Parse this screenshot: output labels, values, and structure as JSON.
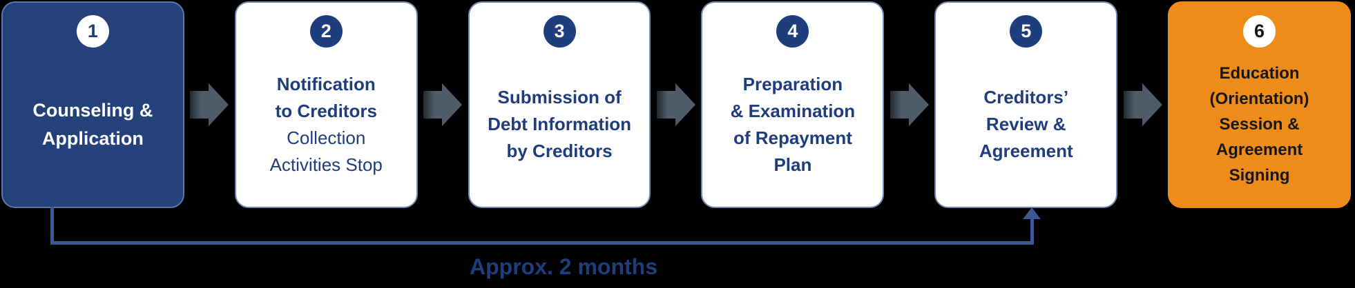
{
  "colors": {
    "background": "#000000",
    "primary": "#254179",
    "border": "#7788b7",
    "text": "#1e3d7d",
    "orange": "#ee8c1a",
    "arrow": "#4e5c69",
    "bracket": "#3d5896",
    "dark": "#161616",
    "white": "#ffffff"
  },
  "steps": [
    {
      "number": "1",
      "lines": [
        "Counseling &",
        "Application"
      ]
    },
    {
      "number": "2",
      "title_lines": [
        "Notification",
        "to Creditors"
      ],
      "subtitle_lines": [
        "Collection",
        "Activities Stop"
      ]
    },
    {
      "number": "3",
      "lines": [
        "Submission of",
        "Debt Information",
        "by Creditors"
      ]
    },
    {
      "number": "4",
      "lines": [
        "Preparation",
        "& Examination",
        "of Repayment",
        "Plan"
      ]
    },
    {
      "number": "5",
      "lines": [
        "Creditors’",
        "Review &",
        "Agreement"
      ]
    },
    {
      "number": "6",
      "lines": [
        "Education",
        "(Orientation)",
        "Session &",
        "Agreement",
        "Signing"
      ]
    }
  ],
  "timeline": {
    "label": "Approx. 2 months"
  }
}
